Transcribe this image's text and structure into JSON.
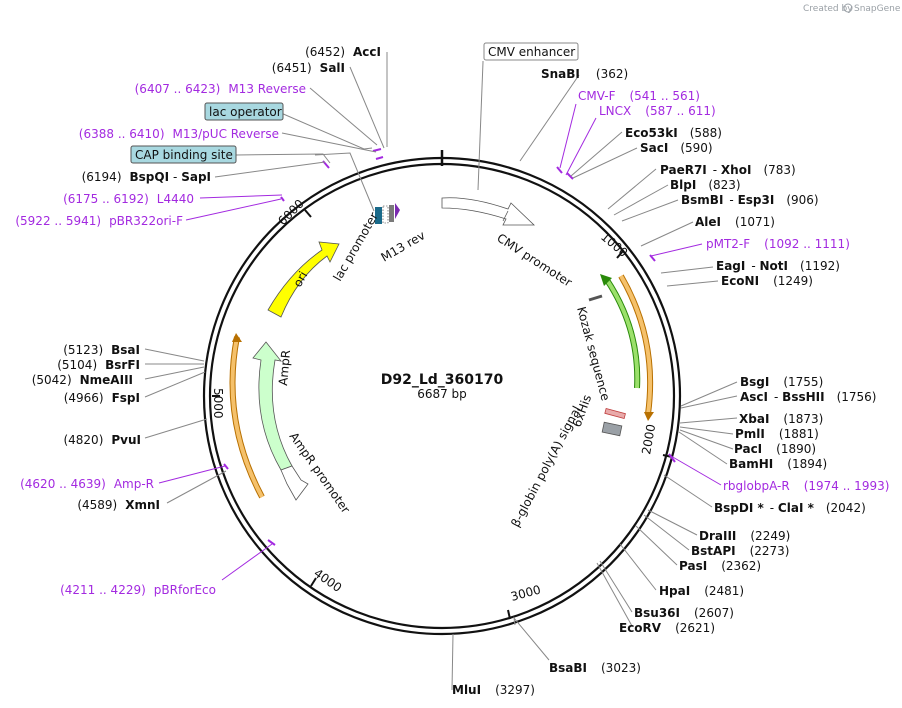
{
  "credit": "Created by",
  "brand": "SnapGene",
  "plasmid": {
    "name": "D92_Ld_360170",
    "length_label": "6687 bp"
  },
  "ticks": [
    "1000",
    "2000",
    "3000",
    "4000",
    "5000",
    "6000"
  ],
  "sites": [
    {
      "name": "AccI",
      "pos": "(6452)"
    },
    {
      "name": "SalI",
      "pos": "(6451)"
    },
    {
      "name": "M13 Reverse",
      "pos": "(6407 .. 6423)"
    },
    {
      "name": "M13/pUC Reverse",
      "pos": "(6388 .. 6410)"
    },
    {
      "name": "SapI",
      "name2": "BspQI",
      "pos": "(6194)"
    },
    {
      "name": "L4440",
      "pos": "(6175 .. 6192)"
    },
    {
      "name": "pBR322ori-F",
      "pos": "(5922 .. 5941)"
    },
    {
      "name": "SnaBI",
      "pos": "(362)"
    },
    {
      "name": "CMV-F",
      "pos": "(541 .. 561)"
    },
    {
      "name": "LNCX",
      "pos": "(587 .. 611)"
    },
    {
      "name": "Eco53kI",
      "pos": "(588)"
    },
    {
      "name": "SacI",
      "pos": "(590)"
    },
    {
      "name": "PaeR7I",
      "name2": "XhoI",
      "pos": "(783)"
    },
    {
      "name": "BlpI",
      "pos": "(823)"
    },
    {
      "name": "BsmBI",
      "name2": "Esp3I",
      "pos": "(906)"
    },
    {
      "name": "AleI",
      "pos": "(1071)"
    },
    {
      "name": "pMT2-F",
      "pos": "(1092 .. 1111)"
    },
    {
      "name": "EagI",
      "name2": "NotI",
      "pos": "(1192)"
    },
    {
      "name": "EcoNI",
      "pos": "(1249)"
    },
    {
      "name": "BsgI",
      "pos": "(1755)"
    },
    {
      "name": "AscI",
      "name2": "BssHII",
      "pos": "(1756)"
    },
    {
      "name": "XbaI",
      "pos": "(1873)"
    },
    {
      "name": "PmlI",
      "pos": "(1881)"
    },
    {
      "name": "PacI",
      "pos": "(1890)"
    },
    {
      "name": "BamHI",
      "pos": "(1894)"
    },
    {
      "name": "rbglobpA-R",
      "pos": "(1974 .. 1993)"
    },
    {
      "name": "BspDI *",
      "name2": "ClaI *",
      "pos": "(2042)"
    },
    {
      "name": "DraIII",
      "pos": "(2249)"
    },
    {
      "name": "BstAPI",
      "pos": "(2273)"
    },
    {
      "name": "PasI",
      "pos": "(2362)"
    },
    {
      "name": "HpaI",
      "pos": "(2481)"
    },
    {
      "name": "Bsu36I",
      "pos": "(2607)"
    },
    {
      "name": "EcoRV",
      "pos": "(2621)"
    },
    {
      "name": "BsaBI",
      "pos": "(3023)"
    },
    {
      "name": "MluI",
      "pos": "(3297)"
    },
    {
      "name": "BsaI",
      "pos": "(5123)"
    },
    {
      "name": "BsrFI",
      "pos": "(5104)"
    },
    {
      "name": "NmeAIII",
      "pos": "(5042)"
    },
    {
      "name": "FspI",
      "pos": "(4966)"
    },
    {
      "name": "PvuI",
      "pos": "(4820)"
    },
    {
      "name": "Amp-R",
      "pos": "(4620 .. 4639)"
    },
    {
      "name": "XmnI",
      "pos": "(4589)"
    },
    {
      "name": "pBRforEco",
      "pos": "(4211 .. 4229)"
    }
  ],
  "boxed_labels": {
    "cmv_enhancer": "CMV enhancer",
    "lac_operator": "lac operator",
    "cap_site": "CAP binding site"
  },
  "feature_labels": {
    "cmv_promoter": "CMV promoter",
    "kozak": "Kozak sequence",
    "his6": "6xHis",
    "bglobin": "β-globin poly(A) signal",
    "lac_promoter": "lac promoter",
    "m13_rev": "M13 rev",
    "ori": "ori",
    "ampr": "AmpR",
    "ampr_promoter": "AmpR promoter"
  },
  "colors": {
    "backbone": "#111111",
    "primer": "#a32ae0",
    "ori": "#ffff00",
    "ampr": "#ccffcc",
    "orange_feature": "#f5c16b",
    "green_feature": "#9be06b",
    "boxed_fill": "#a8d8e0"
  }
}
